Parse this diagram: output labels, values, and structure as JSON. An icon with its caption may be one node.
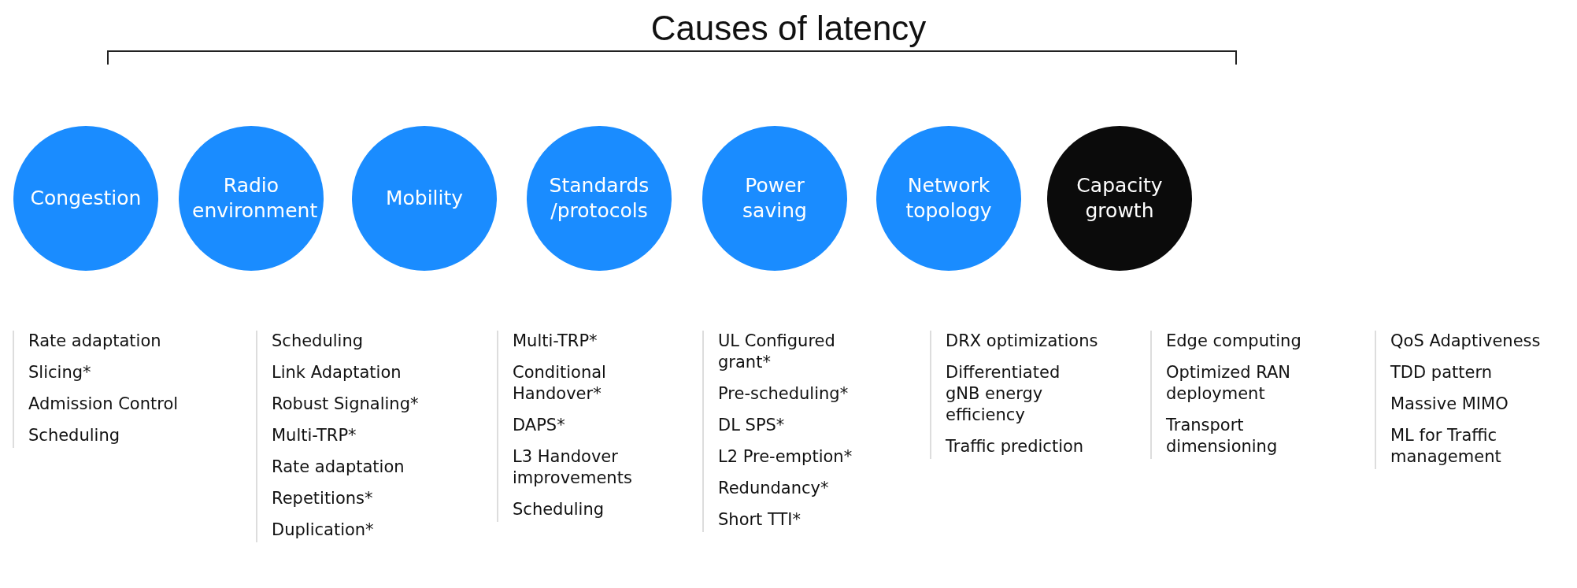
{
  "diagram": {
    "title": "Causes of latency",
    "nodes": [
      {
        "text": [
          "Congestion"
        ],
        "beside": [
          "Rate adaptation",
          "Slicing*",
          "Admission Control",
          "Scheduling"
        ]
      },
      {
        "text": [
          "Radio environment"
        ],
        "beside": [
          "Scheduling",
          "Link Adaptation",
          "Robust Signaling*",
          "Multi-TRP*",
          "Rate adaptation",
          "Repetitions*",
          "Duplication*"
        ]
      },
      {
        "text": [
          "Mobility"
        ],
        "beside": [
          "Multi-TRP*",
          "Conditional Handover*",
          "DAPS*",
          "L3 Handover improvements",
          "Scheduling"
        ]
      },
      {
        "text": [
          "Standards /protocols"
        ],
        "beside": [
          "UL Configured grant*",
          "Pre-scheduling*",
          "DL SPS*",
          "L2 Pre-emption*",
          "Redundancy*",
          "Short TTI*"
        ]
      },
      {
        "text": [
          "Power saving"
        ],
        "beside": [
          "DRX optimizations",
          "Differentiated gNB energy efficiency",
          "Traffic prediction"
        ]
      },
      {
        "text": [
          "Network topology"
        ],
        "beside": [
          "Edge computing",
          "Optimized RAN deployment",
          "Transport dimensioning"
        ]
      },
      {
        "text": [
          "Capacity growth"
        ],
        "beside": [
          "QoS Adaptiveness",
          "TDD pattern",
          "Massive MIMO",
          "ML for Traffic management"
        ]
      }
    ]
  }
}
